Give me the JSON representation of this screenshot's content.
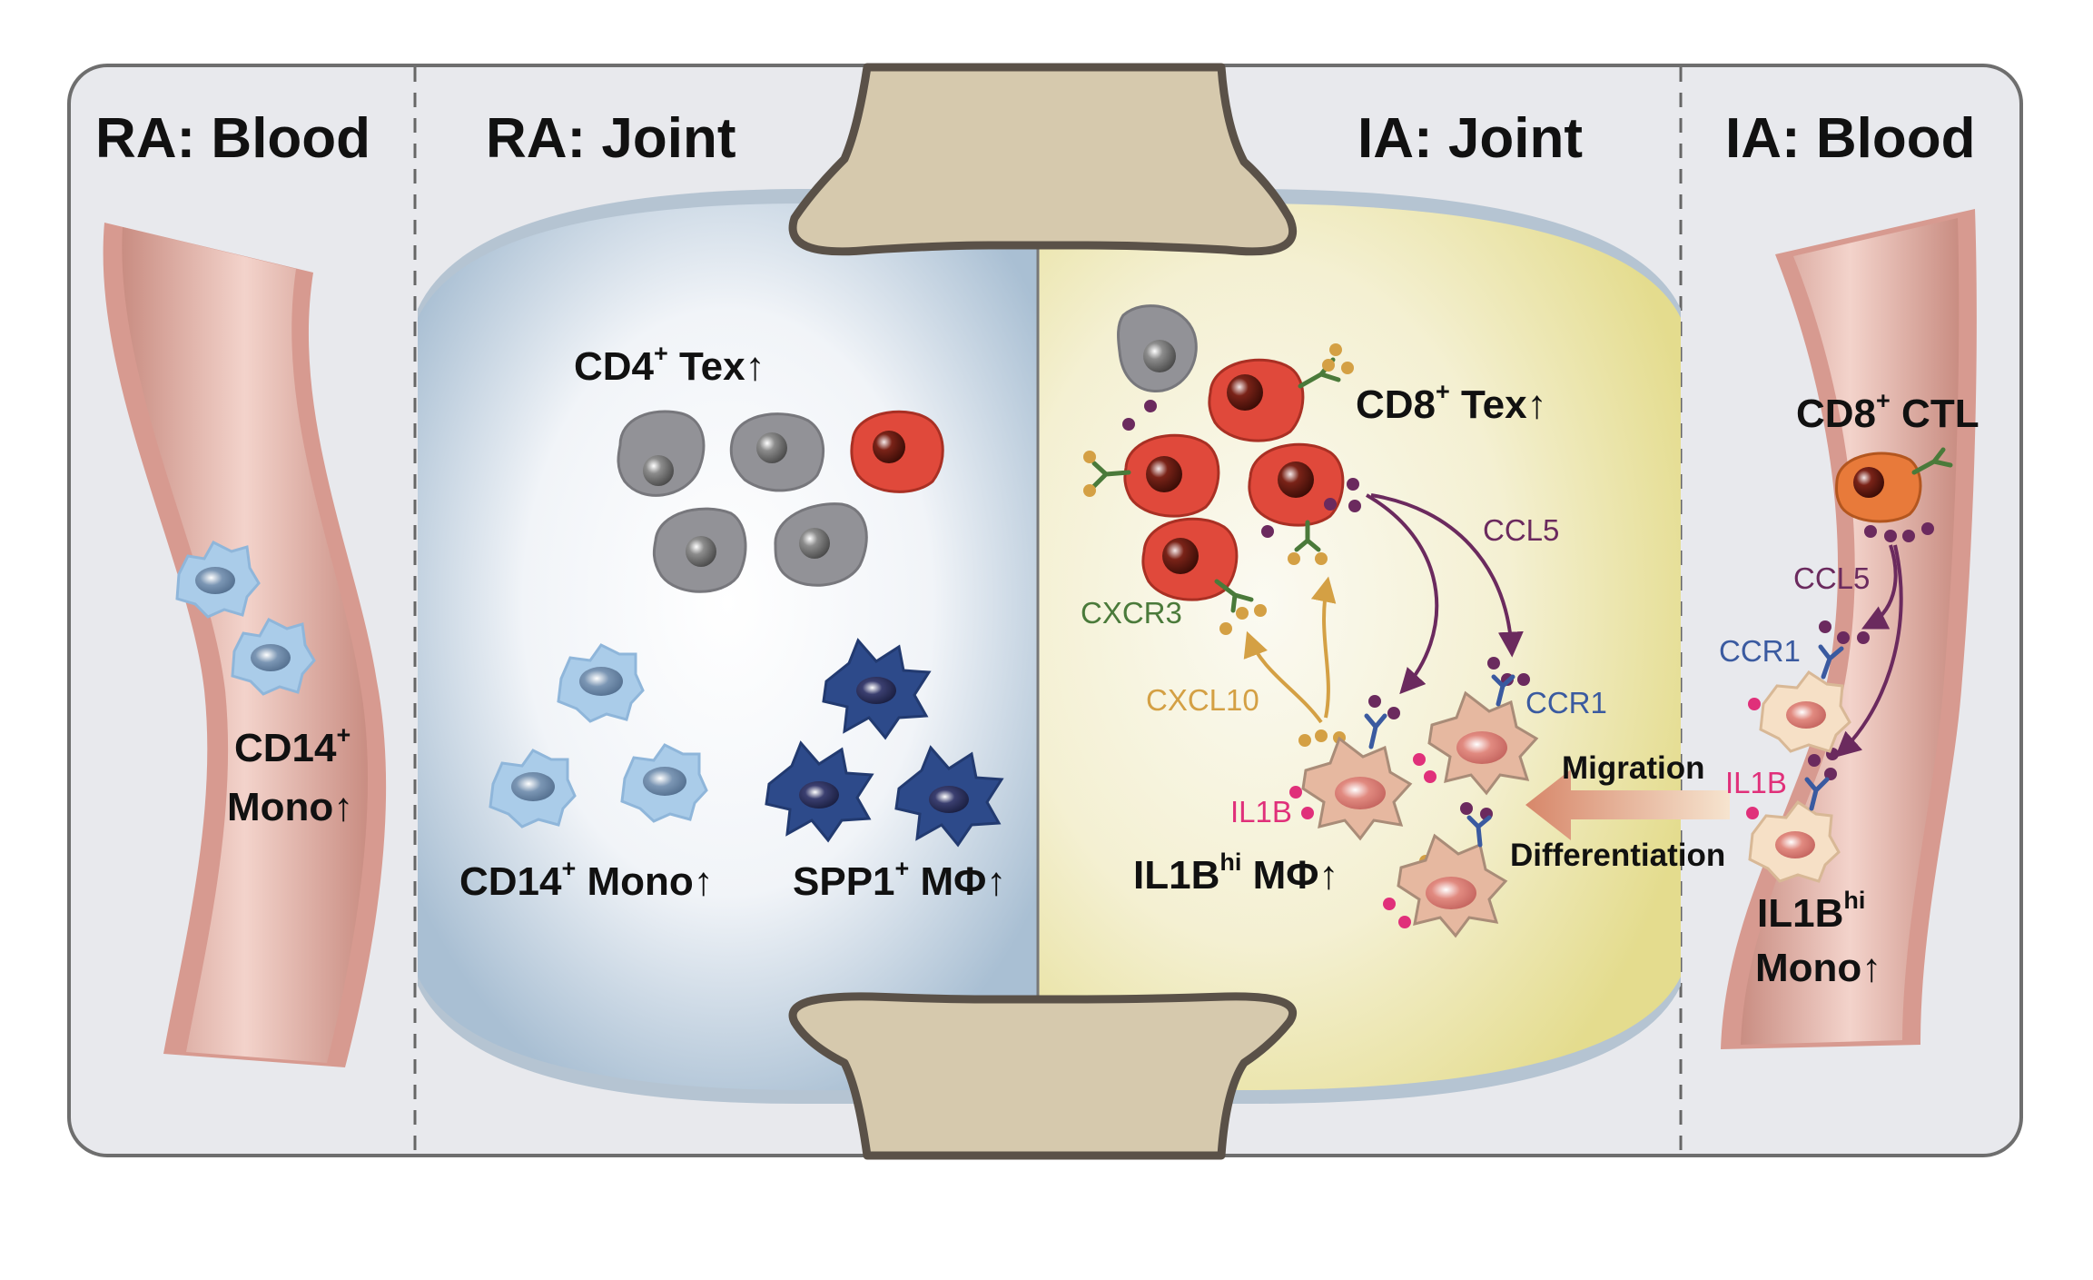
{
  "titles": {
    "ra_blood": "RA: Blood",
    "ra_joint": "RA: Joint",
    "ia_joint": "IA: Joint",
    "ia_blood": "IA: Blood"
  },
  "ra_blood": {
    "cell_main": "CD14",
    "cell_sup": "+",
    "cell_line2": "Mono↑"
  },
  "ra_joint": {
    "cd4_main": "CD4",
    "cd4_sup": "+",
    "cd4_rest": " Tex↑",
    "cd14_main": "CD14",
    "cd14_sup": "+",
    "cd14_rest": " Mono↑",
    "spp1_main": "SPP1",
    "spp1_sup": "+",
    "spp1_rest": " MΦ↑"
  },
  "ia_joint": {
    "cd8_main": "CD8",
    "cd8_sup": "+",
    "cd8_rest": " Tex↑",
    "ccl5": "CCL5",
    "cxcr3": "CXCR3",
    "cxcl10": "CXCL10",
    "ccr1": "CCR1",
    "il1b": "IL1B",
    "mac_main": "IL1B",
    "mac_sup": "hi",
    "mac_rest": " MΦ↑"
  },
  "ia_blood": {
    "ctl_main": "CD8",
    "ctl_sup": "+",
    "ctl_rest": " CTL",
    "ccl5": "CCL5",
    "ccr1": "CCR1",
    "il1b": "IL1B",
    "mono_main": "IL1B",
    "mono_sup": "hi",
    "mono_line2": "Mono↑"
  },
  "transition": {
    "migration": "Migration",
    "differentiation": "Differentiation"
  },
  "colors": {
    "panel_bg": "#e8e9ed",
    "bone": "#d6c9ad",
    "vessel": "#d89a8e",
    "ra_joint_fill": "#dfe6ee",
    "ia_joint_fill": "#eeeabf",
    "t_exhausted_gray": "#8f8f94",
    "tex_red": "#e0493b",
    "mono_blue": "#a8c9e8",
    "spp1_navy": "#2d4a8a",
    "il1b_mac": "#e6b8a0",
    "ctl_orange": "#e87a3a",
    "ccl5_purple": "#6b2a5e",
    "cxcl10_gold": "#d4a044",
    "cxcr3_green": "#4a7a3a",
    "ccr1_blue": "#3a5aa0",
    "il1b_pink": "#e0307a"
  }
}
